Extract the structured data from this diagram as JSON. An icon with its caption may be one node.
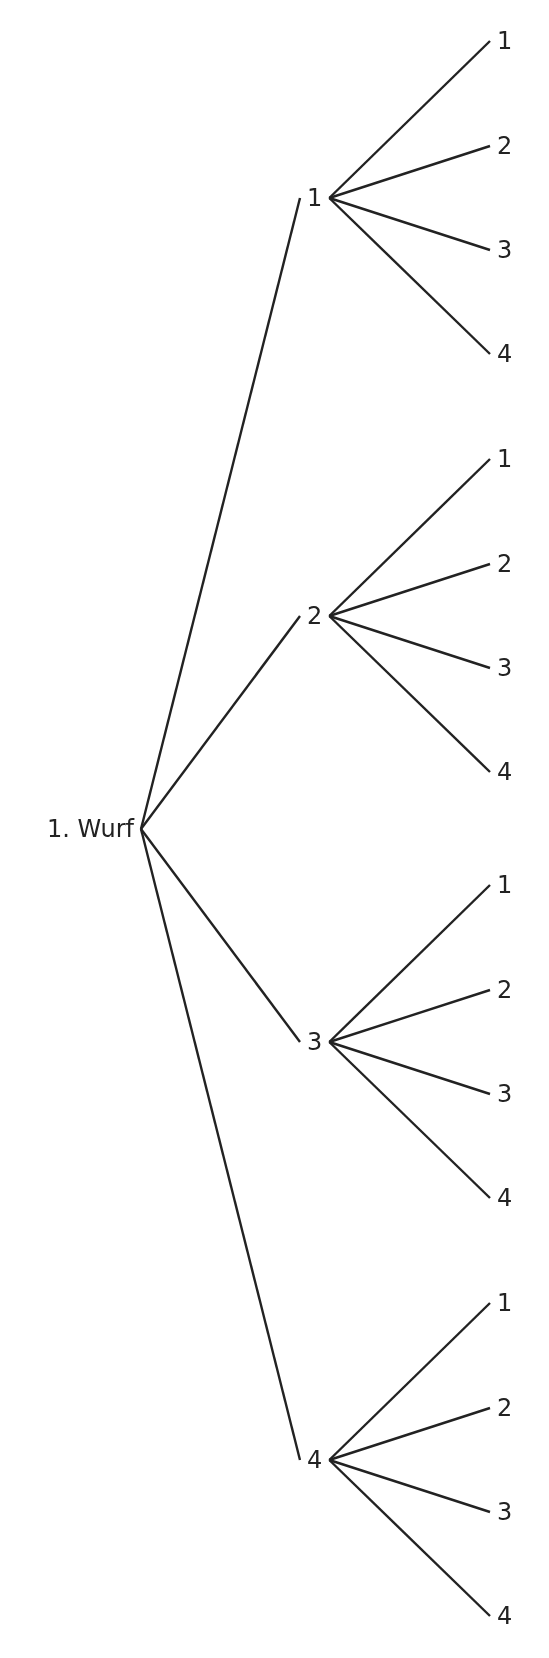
{
  "diagram": {
    "nodes": [
      {
        "text": [
          "1. Wurf"
        ]
      },
      {
        "text": [
          "1"
        ]
      },
      {
        "text": [
          "2"
        ]
      },
      {
        "text": [
          "3"
        ]
      },
      {
        "text": [
          "4"
        ]
      },
      {
        "text": [
          "1"
        ]
      },
      {
        "text": [
          "2"
        ]
      },
      {
        "text": [
          "3"
        ]
      },
      {
        "text": [
          "4"
        ]
      },
      {
        "text": [
          "1"
        ]
      },
      {
        "text": [
          "2"
        ]
      },
      {
        "text": [
          "3"
        ]
      },
      {
        "text": [
          "4"
        ]
      },
      {
        "text": [
          "1"
        ]
      },
      {
        "text": [
          "2"
        ]
      },
      {
        "text": [
          "3"
        ]
      },
      {
        "text": [
          "4"
        ]
      },
      {
        "text": [
          "1"
        ]
      },
      {
        "text": [
          "2"
        ]
      },
      {
        "text": [
          "3"
        ]
      },
      {
        "text": [
          "4"
        ]
      }
    ],
    "edges": [
      {
        "from": 0,
        "to": 1,
        "arrow": "none"
      },
      {
        "from": 0,
        "to": 2,
        "arrow": "none"
      },
      {
        "from": 0,
        "to": 3,
        "arrow": "none"
      },
      {
        "from": 0,
        "to": 4,
        "arrow": "none"
      },
      {
        "from": 1,
        "to": 5,
        "arrow": "none"
      },
      {
        "from": 1,
        "to": 6,
        "arrow": "none"
      },
      {
        "from": 1,
        "to": 7,
        "arrow": "none"
      },
      {
        "from": 1,
        "to": 8,
        "arrow": "none"
      },
      {
        "from": 2,
        "to": 9,
        "arrow": "none"
      },
      {
        "from": 2,
        "to": 10,
        "arrow": "none"
      },
      {
        "from": 2,
        "to": 11,
        "arrow": "none"
      },
      {
        "from": 2,
        "to": 12,
        "arrow": "none"
      },
      {
        "from": 3,
        "to": 13,
        "arrow": "none"
      },
      {
        "from": 3,
        "to": 14,
        "arrow": "none"
      },
      {
        "from": 3,
        "to": 15,
        "arrow": "none"
      },
      {
        "from": 3,
        "to": 16,
        "arrow": "none"
      },
      {
        "from": 4,
        "to": 17,
        "arrow": "none"
      },
      {
        "from": 4,
        "to": 18,
        "arrow": "none"
      },
      {
        "from": 4,
        "to": 19,
        "arrow": "none"
      },
      {
        "from": 4,
        "to": 20,
        "arrow": "none"
      }
    ]
  }
}
